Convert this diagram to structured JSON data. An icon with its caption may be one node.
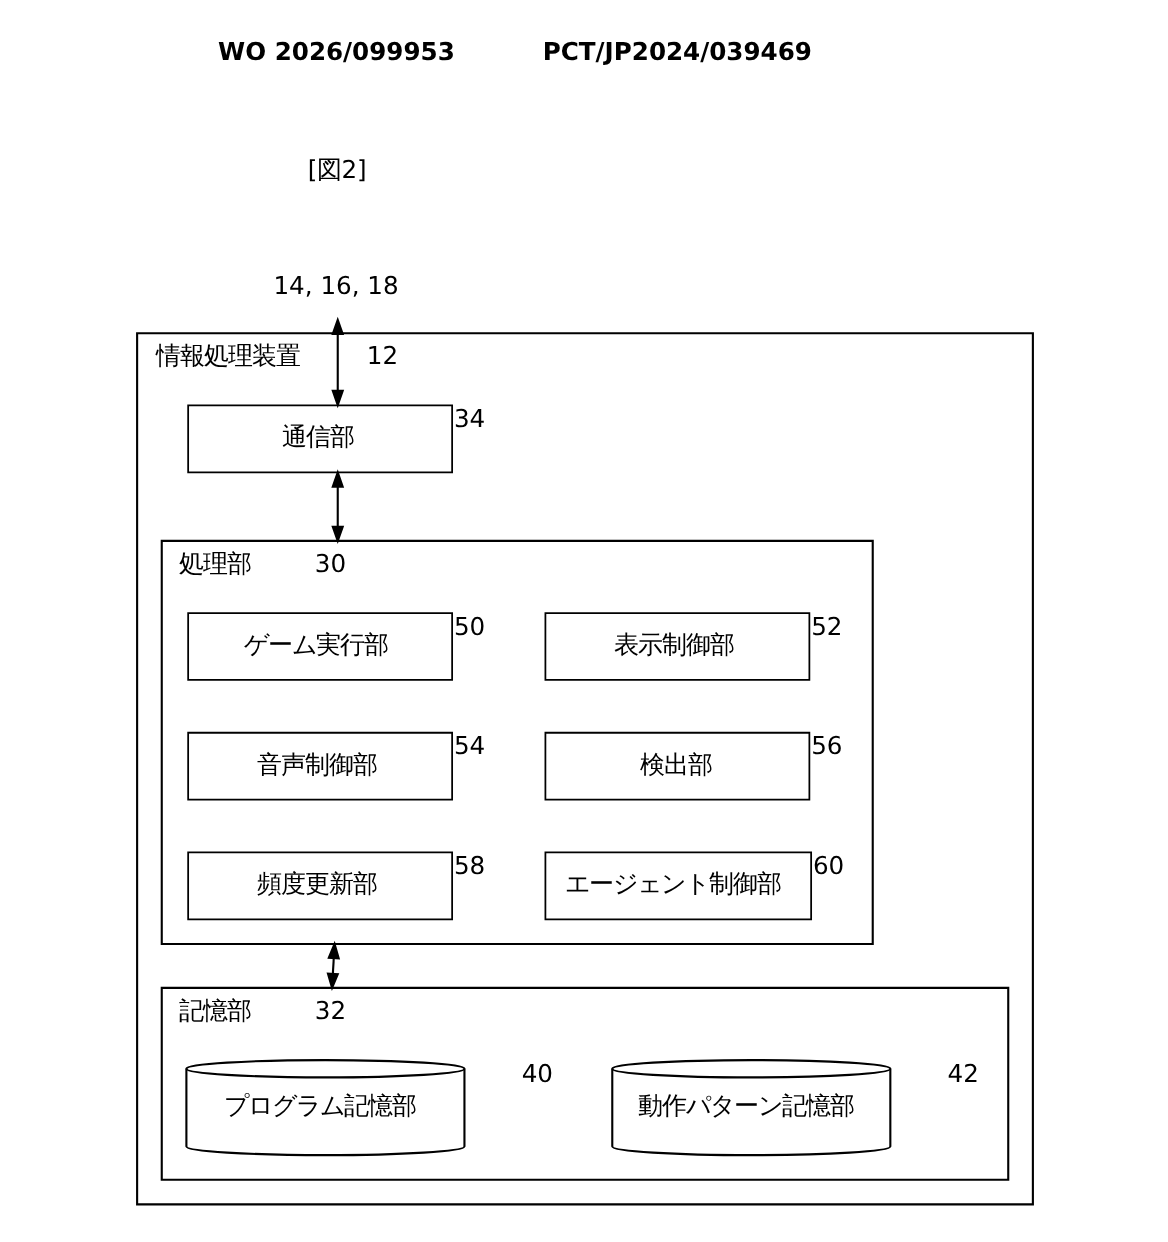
{
  "diagram": {
    "nodes": [
      {
        "text": [
          "情報処理装置"
        ],
        "beside": [
          "12"
        ]
      },
      {
        "text": [
          "14, 16, 18"
        ]
      },
      {
        "text": [
          "通信部"
        ],
        "in": 0,
        "beside": [
          "34"
        ]
      },
      {
        "text": [
          "処理部"
        ],
        "in": 0,
        "beside": [
          "30"
        ]
      },
      {
        "text": [
          "ゲーム実行部"
        ],
        "in": 3,
        "beside": [
          "50"
        ]
      },
      {
        "text": [
          "表示制御部"
        ],
        "in": 3,
        "beside": [
          "52"
        ]
      },
      {
        "text": [
          "音声制御部"
        ],
        "in": 3,
        "beside": [
          "54"
        ]
      },
      {
        "text": [
          "検出部"
        ],
        "in": 3,
        "beside": [
          "56"
        ]
      },
      {
        "text": [
          "頻度更新部"
        ],
        "in": 3,
        "beside": [
          "58"
        ]
      },
      {
        "text": [
          "エージェント制御部"
        ],
        "in": 3,
        "beside": [
          "60"
        ]
      },
      {
        "text": [
          "記憶部"
        ],
        "in": 0,
        "beside": [
          "32"
        ]
      },
      {
        "text": [
          "プログラム記憶部"
        ],
        "in": 10,
        "beside": [
          "40"
        ]
      },
      {
        "text": [
          "動作パターン記憶部"
        ],
        "in": 10,
        "beside": [
          "42"
        ]
      }
    ],
    "edges": [
      {
        "from": 1,
        "to": 2,
        "arrow": "both"
      },
      {
        "from": 2,
        "to": 3,
        "arrow": "both"
      },
      {
        "from": 3,
        "to": 10,
        "arrow": "both"
      }
    ],
    "labels": [
      "WO 2026/099953",
      "PCT/JP2024/039469",
      "[図2]"
    ]
  }
}
